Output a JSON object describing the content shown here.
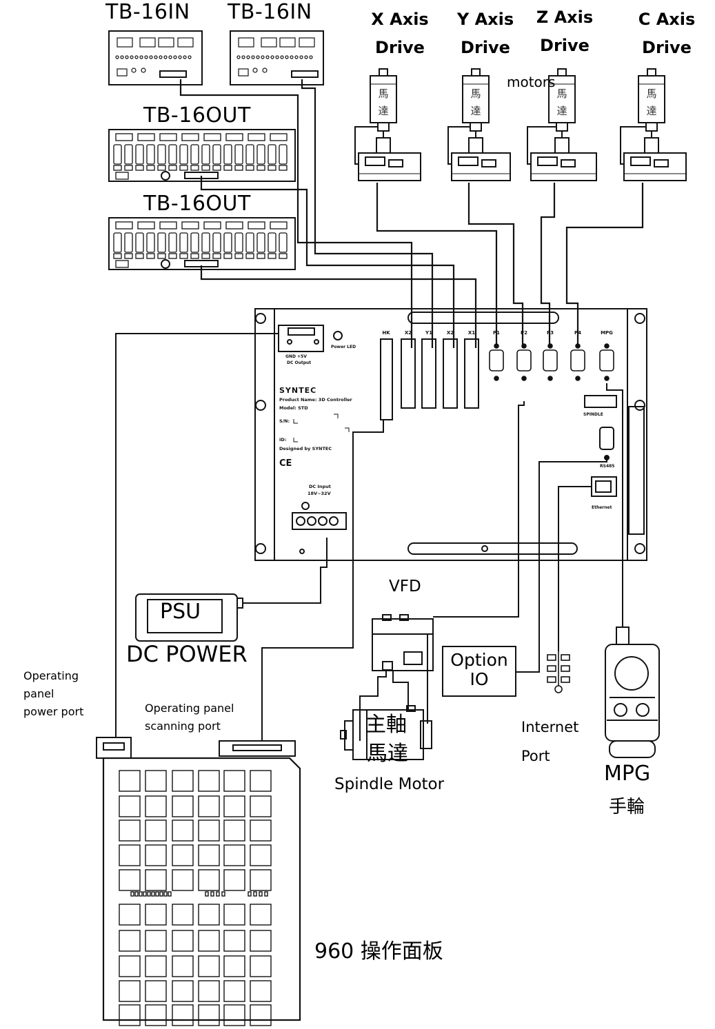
{
  "terminal_boards": {
    "in_1": "TB-16IN",
    "in_2": "TB-16IN",
    "out_1": "TB-16OUT",
    "out_2": "TB-16OUT"
  },
  "drives": [
    {
      "line1": "X Axis",
      "line2": "Drive"
    },
    {
      "line1": "Y Axis",
      "line2": "Drive"
    },
    {
      "line1": "Z Axis",
      "line2": "Drive"
    },
    {
      "line1": "C Axis",
      "line2": "Drive"
    }
  ],
  "motors_label": "motors",
  "motor_char_1": "馬",
  "motor_char_2": "達",
  "controller": {
    "dc_output_label": "GND +5V",
    "dc_output_caption": "DC Output",
    "power_led": "Power LED",
    "ports": [
      "HK",
      "X2",
      "Y1",
      "X2",
      "X1",
      "P1",
      "P2",
      "P3",
      "P4",
      "MPG"
    ],
    "brand": "SYNTEC",
    "product_name": "Product Name: 3D Controller",
    "model": "Model: STD",
    "sn": "S/N:",
    "id": "ID:",
    "designed_by": "Designed by SYNTEC",
    "ce": "CE",
    "dc_input": "DC Input",
    "dc_input_range": "18V~32V",
    "spindle_port": "SPINDLE",
    "rs485_port": "RS485",
    "ethernet_port": "Ethernet"
  },
  "vfd": "VFD",
  "psu": "PSU",
  "dc_power": "DC POWER",
  "option_io_line1": "Option",
  "option_io_line2": "IO",
  "spindle_motor_cn1": "主軸",
  "spindle_motor_cn2": "馬達",
  "spindle_motor": "Spindle Motor",
  "internet_port_line1": "Internet",
  "internet_port_line2": "Port",
  "mpg": "MPG",
  "mpg_cn": "手輪",
  "operating_panel_power_port": [
    "Operating",
    "panel",
    "power port"
  ],
  "operating_panel_scanning_port": [
    "Operating panel",
    "scanning port"
  ],
  "operating_panel_name": "960 操作面板"
}
